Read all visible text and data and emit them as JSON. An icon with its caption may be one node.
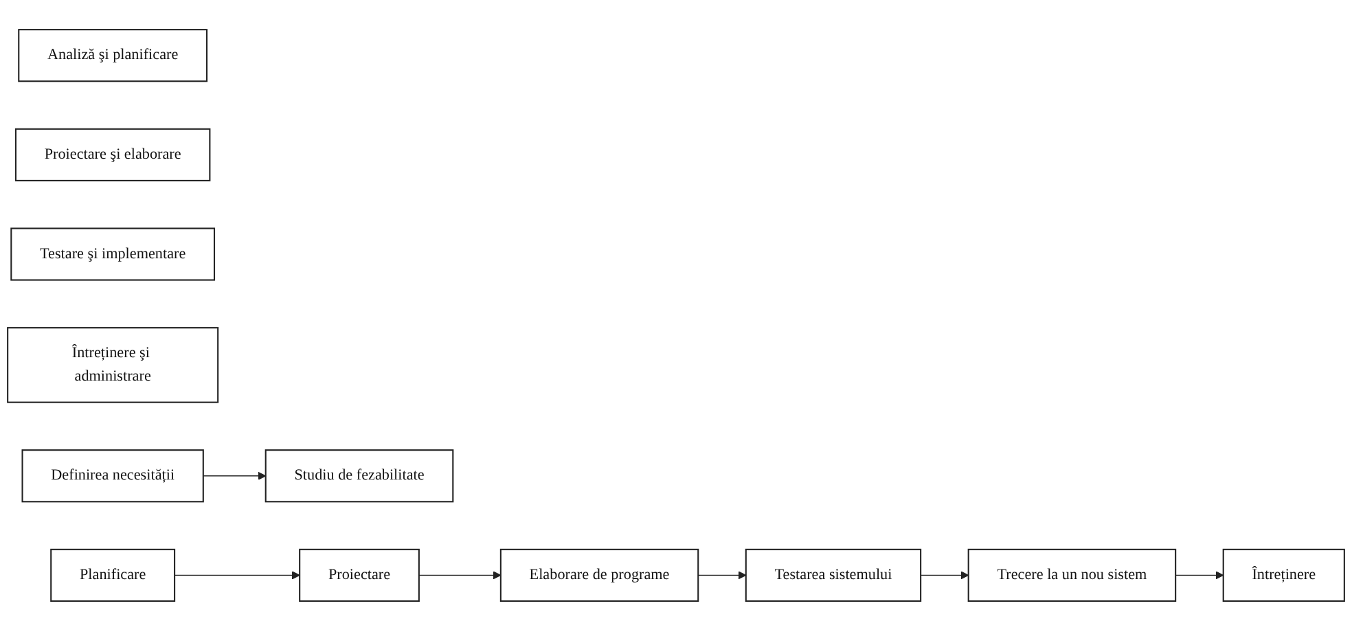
{
  "diagram": {
    "nodes": [
      {
        "text": [
          "Analiză şi planificare"
        ]
      },
      {
        "text": [
          "Proiectare şi elaborare"
        ]
      },
      {
        "text": [
          "Testare şi implementare"
        ]
      },
      {
        "text": [
          "Întreținere şi administrare"
        ]
      },
      {
        "text": [
          "Definirea necesității"
        ]
      },
      {
        "text": [
          "Studiu de fezabilitate"
        ]
      },
      {
        "text": [
          "Planificare"
        ]
      },
      {
        "text": [
          "Proiectare"
        ]
      },
      {
        "text": [
          "Elaborare de programe"
        ]
      },
      {
        "text": [
          "Testarea sistemului"
        ]
      },
      {
        "text": [
          "Trecere la un nou sistem"
        ]
      },
      {
        "text": [
          "Întreținere"
        ]
      }
    ],
    "edges": [
      {
        "from": 4,
        "to": 5,
        "arrow": "to"
      },
      {
        "from": 6,
        "to": 7,
        "arrow": "to"
      },
      {
        "from": 7,
        "to": 8,
        "arrow": "to"
      },
      {
        "from": 8,
        "to": 9,
        "arrow": "to"
      },
      {
        "from": 9,
        "to": 10,
        "arrow": "to"
      },
      {
        "from": 10,
        "to": 11,
        "arrow": "to"
      }
    ]
  }
}
